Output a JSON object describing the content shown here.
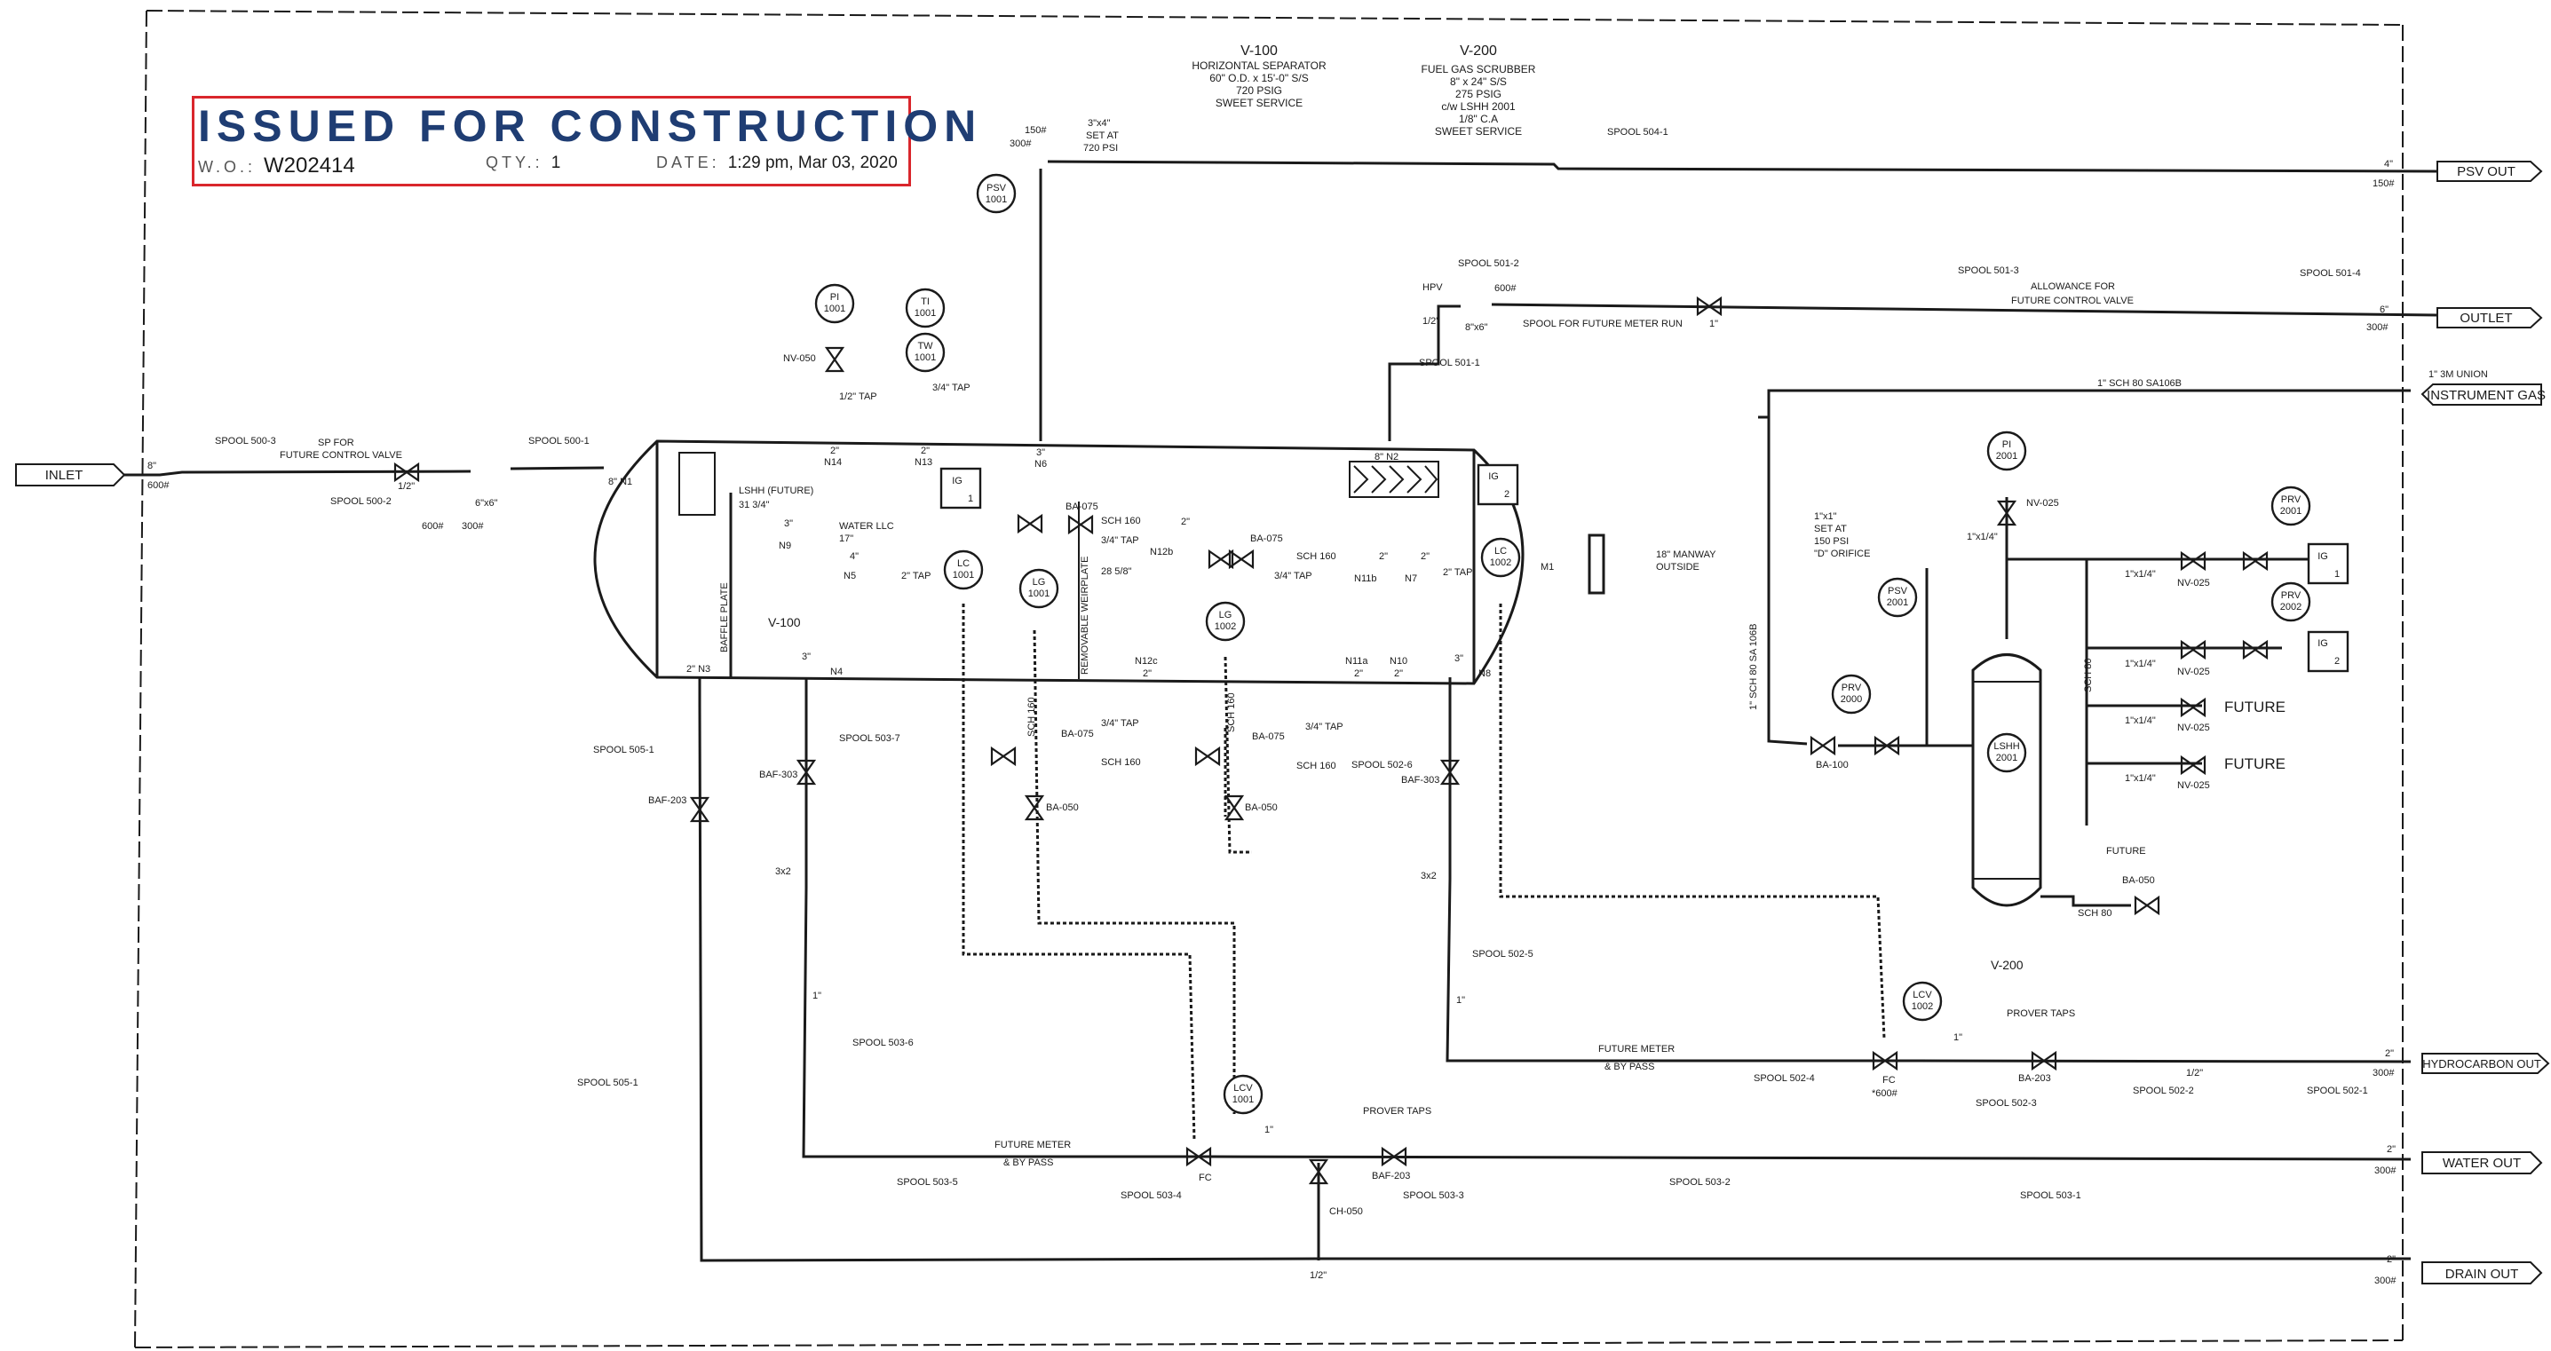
{
  "stamp": {
    "title": "ISSUED FOR CONSTRUCTION",
    "wo_label": "W.O.:",
    "wo_value": "W202414",
    "qty_label": "QTY.:",
    "qty_value": "1",
    "date_label": "DATE:",
    "date_value": "1:29 pm, Mar 03, 2020"
  },
  "headers": {
    "v100_tag": "V-100",
    "v100_lines": [
      "HORIZONTAL SEPARATOR",
      "60\" O.D. x 15'-0\" S/S",
      "720 PSIG",
      "SWEET SERVICE"
    ],
    "v200_tag": "V-200",
    "v200_lines": [
      "FUEL GAS SCRUBBER",
      "8\" x 24\" S/S",
      "275 PSIG",
      "c/w LSHH 2001",
      "1/8\" C.A",
      "SWEET SERVICE"
    ]
  },
  "streams": {
    "inlet": "INLET",
    "psv_out": "PSV OUT",
    "outlet": "OUTLET",
    "instrument_gas": "INSTRUMENT GAS",
    "hydrocarbon_out": "HYDROCARBON OUT",
    "water_out": "WATER OUT",
    "drain_out": "DRAIN OUT"
  },
  "instruments": {
    "psv1001": [
      "PSV",
      "1001"
    ],
    "pi1001": [
      "PI",
      "1001"
    ],
    "ti1001": [
      "TI",
      "1001"
    ],
    "tw1001": [
      "TW",
      "1001"
    ],
    "lc1001": [
      "LC",
      "1001"
    ],
    "lc1002": [
      "LC",
      "1002"
    ],
    "lg1001": [
      "LG",
      "1001"
    ],
    "lg1002": [
      "LG",
      "1002"
    ],
    "lcv1001": [
      "LCV",
      "1001"
    ],
    "lcv1002": [
      "LCV",
      "1002"
    ],
    "pi2001": [
      "PI",
      "2001"
    ],
    "psv2001": [
      "PSV",
      "2001"
    ],
    "prv2000": [
      "PRV",
      "2000"
    ],
    "prv2001": [
      "PRV",
      "2001"
    ],
    "prv2002": [
      "PRV",
      "2002"
    ],
    "lshh2001": [
      "LSHH",
      "2001"
    ],
    "ig1": [
      "IG",
      "1"
    ],
    "ig2": [
      "IG",
      "2"
    ]
  },
  "labels": {
    "spool_500_3": "SPOOL 500-3",
    "sp_for": "SP FOR",
    "future_control_valve": "FUTURE CONTROL VALVE",
    "spool_500_2": "SPOOL 500-2",
    "spool_500_1": "SPOOL 500-1",
    "inlet_size": "8\"",
    "inlet_rating": "600#",
    "half_inch": "1/2\"",
    "six_by_eight": "6\"x6\"",
    "r600": "600#",
    "r300": "300#",
    "eight_n1": "8\" N1",
    "psv_size": "3\"x4\"",
    "psv_set": "SET AT",
    "psv_psi": "720 PSI",
    "r150_300": "150#",
    "r300b": "300#",
    "spool_504_1": "SPOOL 504-1",
    "psv_out_size": "4\"",
    "psv_out_rating": "150#",
    "hpv": "HPV",
    "hpv_size": "1/2\"",
    "r600b": "600#",
    "eight_by_six": "8\"x6\"",
    "spool_501_2": "SPOOL 501-2",
    "spool_for_future_meter_run": "SPOOL FOR FUTURE METER RUN",
    "spool_501_3": "SPOOL 501-3",
    "allowance_for": "ALLOWANCE FOR",
    "future_control_valve2": "FUTURE CONTROL VALVE",
    "spool_501_4": "SPOOL 501-4",
    "one_inch": "1\"",
    "outlet_size": "6\"",
    "outlet_rating": "300#",
    "spool_501_1": "SPOOL 501-1",
    "one_3m_union": "1\" 3M UNION",
    "one_sch80_sa106b": "1\" SCH 80 SA106B",
    "nv050": "NV-050",
    "half_tap": "1/2\" TAP",
    "three_quarter_tap": "3/4\" TAP",
    "n14": "N14",
    "n13": "N13",
    "n6": "N6",
    "two_a": "2\"",
    "two_b": "2\"",
    "three_a": "3\"",
    "eight_n2": "8\" N2",
    "lshh_future": "LSHH (FUTURE)",
    "thirty_one": "31 3/4\"",
    "three_n9": "3\"",
    "n9": "N9",
    "water_llc": "WATER LLC",
    "seventeen": "17\"",
    "four_n5": "4\"",
    "n5": "N5",
    "two_tap": "2\" TAP",
    "ba075a": "BA-075",
    "sch160a": "SCH 160",
    "three_quarter_tap2": "3/4\" TAP",
    "two_n12b": "2\"",
    "n12b": "N12b",
    "twenty_eight": "28 5/8\"",
    "removable_weirplate": "REMOVABLE WEIRPLATE",
    "ba075b": "BA-075",
    "sch160b": "SCH 160",
    "three_quarter_tap3": "3/4\" TAP",
    "two_n11b": "2\"",
    "n11b": "N11b",
    "two_n7": "2\"",
    "n7": "N7",
    "two_tap2": "2\" TAP",
    "m1": "M1",
    "manway": "18\" MANWAY",
    "outside": "OUTSIDE",
    "baffle_plate": "BAFFLE PLATE",
    "v100_label": "V-100",
    "two_n3": "2\" N3",
    "three_n4": "3\"",
    "n4": "N4",
    "n12c": "N12c",
    "two_n12c": "2\"",
    "n11a": "N11a",
    "two_n11a": "2\"",
    "n10": "N10",
    "two_n10": "2\"",
    "three_n8": "3\"",
    "n8": "N8",
    "sch160_v1": "SCH 160",
    "ba075c": "BA-075",
    "three_quarter_tap4": "3/4\" TAP",
    "sch160c": "SCH 160",
    "ba050a": "BA-050",
    "sch160_v2": "SCH 160",
    "ba075d": "BA-075",
    "three_quarter_tap5": "3/4\" TAP",
    "sch160d": "SCH 160",
    "ba050b": "BA-050",
    "spool_505_1a": "SPOOL 505-1",
    "baf203a": "BAF-203",
    "spool_503_7": "SPOOL 503-7",
    "baf303a": "BAF-303",
    "spool_502_6": "SPOOL 502-6",
    "baf303b": "BAF-303",
    "three_x2a": "3x2",
    "three_x2b": "3x2",
    "spool_503_6": "SPOOL 503-6",
    "one_inch_b": "1\"",
    "spool_502_5": "SPOOL 502-5",
    "one_inch_c": "1\"",
    "spool_505_1b": "SPOOL 505-1",
    "future_meter_a": "FUTURE METER",
    "by_pass_a": "& BY PASS",
    "spool_503_5": "SPOOL 503-5",
    "spool_503_4": "SPOOL 503-4",
    "fc_a": "FC",
    "one_inch_d": "1\"",
    "prover_taps_a": "PROVER TAPS",
    "baf203b": "BAF-203",
    "spool_503_3": "SPOOL 503-3",
    "spool_503_2": "SPOOL 503-2",
    "spool_503_1": "SPOOL 503-1",
    "ch050": "CH-050",
    "half_inch_b": "1/2\"",
    "water_out_size": "2\"",
    "water_out_rating": "300#",
    "drain_out_size": "2\"",
    "drain_out_rating": "300#",
    "future_meter_b": "FUTURE METER",
    "by_pass_b": "& BY PASS",
    "spool_502_4": "SPOOL 502-4",
    "fc_b": "FC",
    "fc_rating": "*600#",
    "one_inch_e": "1\"",
    "prover_taps_b": "PROVER TAPS",
    "ba203": "BA-203",
    "spool_502_3": "SPOOL 502-3",
    "spool_502_2": "SPOOL 502-2",
    "half_inch_c": "1/2\"",
    "spool_502_1": "SPOOL 502-1",
    "hc_size": "2\"",
    "hc_rating": "300#",
    "psv2001_size": "1\"x1\"",
    "psv2001_set": "SET AT",
    "psv2001_psi": "150 PSI",
    "psv2001_orifice": "\"D\" ORIFICE",
    "nv025a": "NV-025",
    "one_x_quarter_a": "1\"x1/4\"",
    "one_x_quarter_b": "1\"x1/4\"",
    "nv025b": "NV-025",
    "one_x_quarter_c": "1\"x1/4\"",
    "nv025c": "NV-025",
    "one_x_quarter_d": "1\"x1/4\"",
    "nv025d": "NV-025",
    "future_a": "FUTURE",
    "one_x_quarter_e": "1\"x1/4\"",
    "nv025e": "NV-025",
    "future_b": "FUTURE",
    "one_sch80_sa106b_v": "1\" SCH 80 SA 106B",
    "sch80_v": "SCH 80",
    "ba100": "BA-100",
    "future_c": "FUTURE",
    "ba050c": "BA-050",
    "sch80": "SCH 80",
    "v200_label": "V-200"
  },
  "colors": {
    "ink": "#1a1a1a",
    "stamp_border": "#d9262c",
    "stamp_text": "#1f3d73"
  }
}
